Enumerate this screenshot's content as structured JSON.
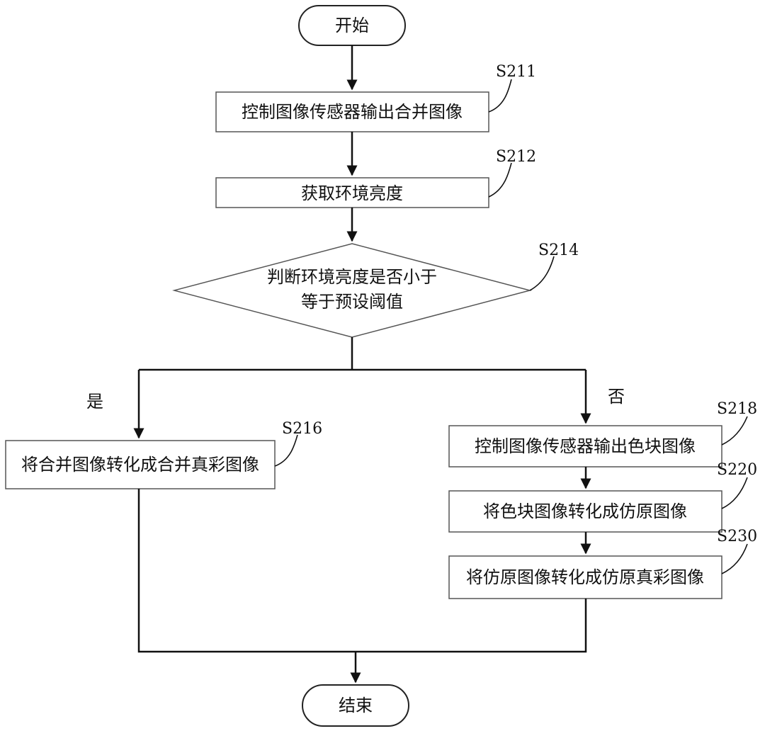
{
  "flowchart": {
    "start": "开始",
    "end": "结束",
    "steps": {
      "s211": {
        "id": "S211",
        "text": "控制图像传感器输出合并图像"
      },
      "s212": {
        "id": "S212",
        "text": "获取环境亮度"
      },
      "s214": {
        "id": "S214",
        "line1": "判断环境亮度是否小于",
        "line2": "等于预设阈值"
      },
      "s216": {
        "id": "S216",
        "text": "将合并图像转化成合并真彩图像"
      },
      "s218": {
        "id": "S218",
        "text": "控制图像传感器输出色块图像"
      },
      "s220": {
        "id": "S220",
        "text": "将色块图像转化成仿原图像"
      },
      "s230": {
        "id": "S230",
        "text": "将仿原图像转化成仿原真彩图像"
      }
    },
    "branches": {
      "yes": "是",
      "no": "否"
    }
  }
}
